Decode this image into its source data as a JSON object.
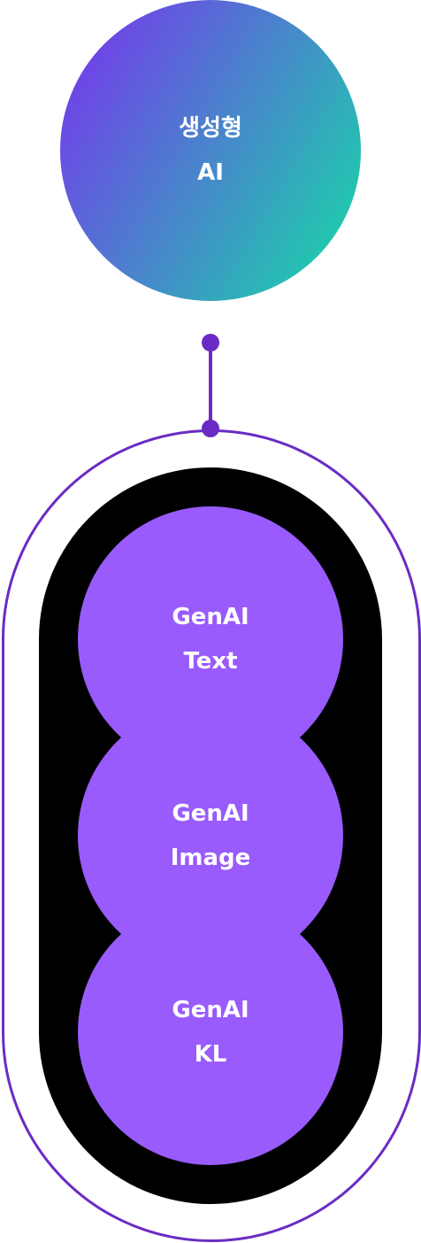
{
  "colors": {
    "gradient_start": "#7b2ff0",
    "gradient_end": "#15dca6",
    "connector": "#6a2bc4",
    "outer_border": "#6a2bc4",
    "inner_fill": "#000000",
    "node_fill": "#995bfc",
    "text": "#ffffff"
  },
  "top_node": {
    "line1": "생성형",
    "line2": "AI"
  },
  "nodes": [
    {
      "line1": "GenAI",
      "line2": "Text"
    },
    {
      "line1": "GenAI",
      "line2": "Image"
    },
    {
      "line1": "GenAI",
      "line2": "KL"
    }
  ]
}
